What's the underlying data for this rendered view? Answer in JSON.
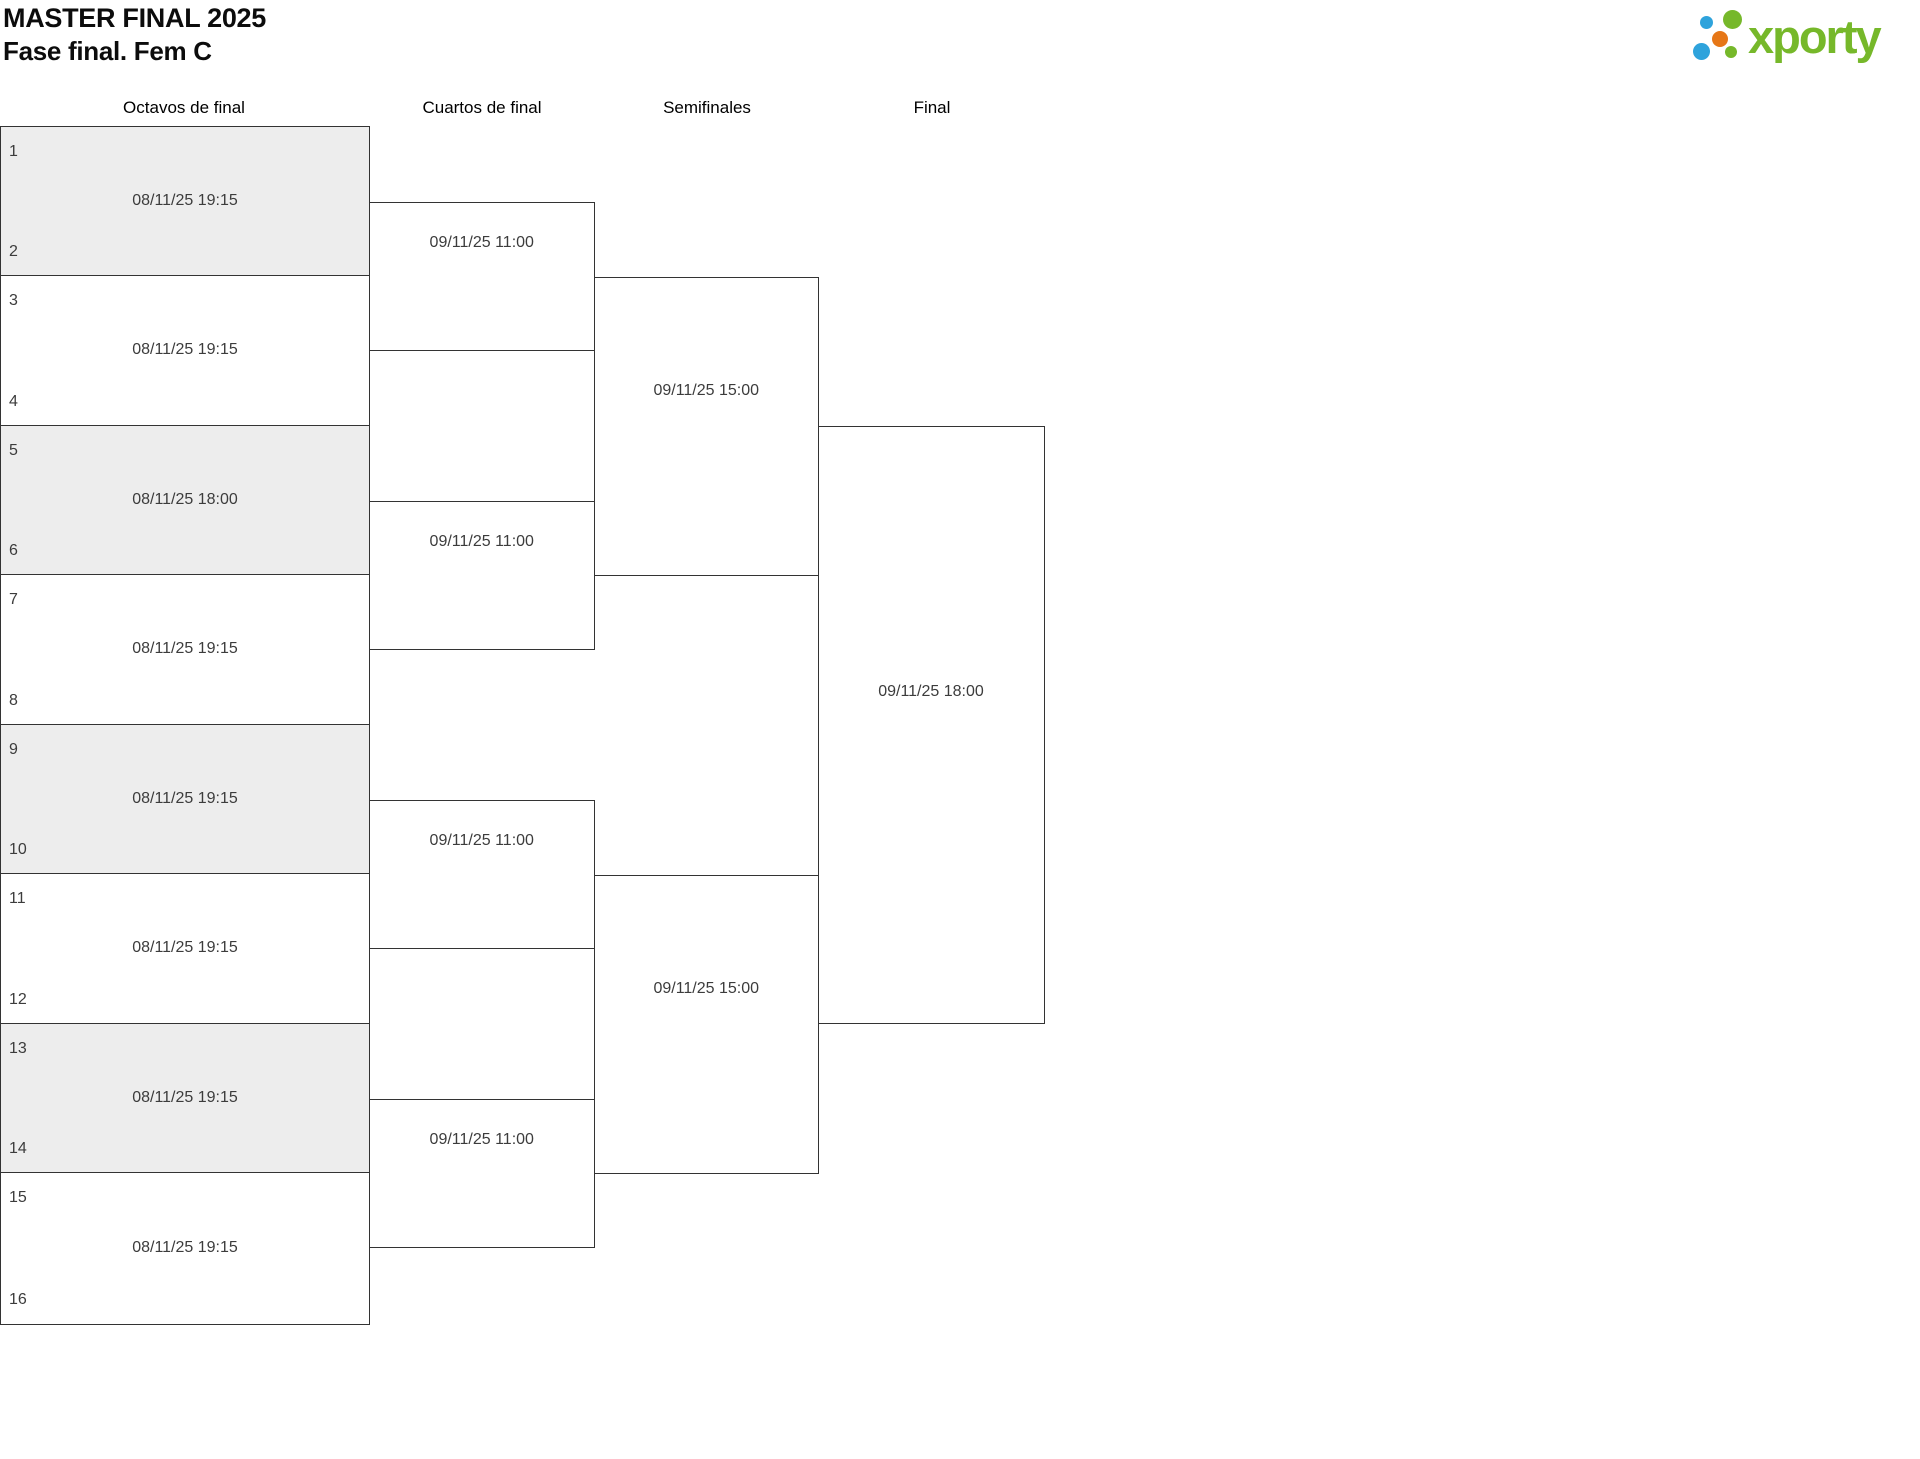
{
  "header": {
    "title": "MASTER FINAL 2025",
    "subtitle": "Fase final. Fem C"
  },
  "logo": {
    "brand": "xporty",
    "colors": {
      "green": "#76b82a",
      "blue": "#2ea3dc",
      "orange": "#e67717"
    }
  },
  "styles": {
    "match_fill_alt": "#ededed",
    "match_border": "#333333",
    "text": "#3c3c3c"
  },
  "bracket": {
    "rounds": [
      {
        "name": "Octavos de final",
        "matches": [
          {
            "seed_top": "1",
            "seed_bottom": "2",
            "datetime": "08/11/25 19:15"
          },
          {
            "seed_top": "3",
            "seed_bottom": "4",
            "datetime": "08/11/25 19:15"
          },
          {
            "seed_top": "5",
            "seed_bottom": "6",
            "datetime": "08/11/25 18:00"
          },
          {
            "seed_top": "7",
            "seed_bottom": "8",
            "datetime": "08/11/25 19:15"
          },
          {
            "seed_top": "9",
            "seed_bottom": "10",
            "datetime": "08/11/25 19:15"
          },
          {
            "seed_top": "11",
            "seed_bottom": "12",
            "datetime": "08/11/25 19:15"
          },
          {
            "seed_top": "13",
            "seed_bottom": "14",
            "datetime": "08/11/25 19:15"
          },
          {
            "seed_top": "15",
            "seed_bottom": "16",
            "datetime": "08/11/25 19:15"
          }
        ]
      },
      {
        "name": "Cuartos de final",
        "matches": [
          {
            "datetime": "09/11/25 11:00"
          },
          {
            "datetime": "09/11/25 11:00"
          },
          {
            "datetime": "09/11/25 11:00"
          },
          {
            "datetime": "09/11/25 11:00"
          }
        ]
      },
      {
        "name": "Semifinales",
        "matches": [
          {
            "datetime": "09/11/25 15:00"
          },
          {
            "datetime": "09/11/25 15:00"
          }
        ]
      },
      {
        "name": "Final",
        "matches": [
          {
            "datetime": "09/11/25 18:00"
          }
        ]
      }
    ]
  }
}
